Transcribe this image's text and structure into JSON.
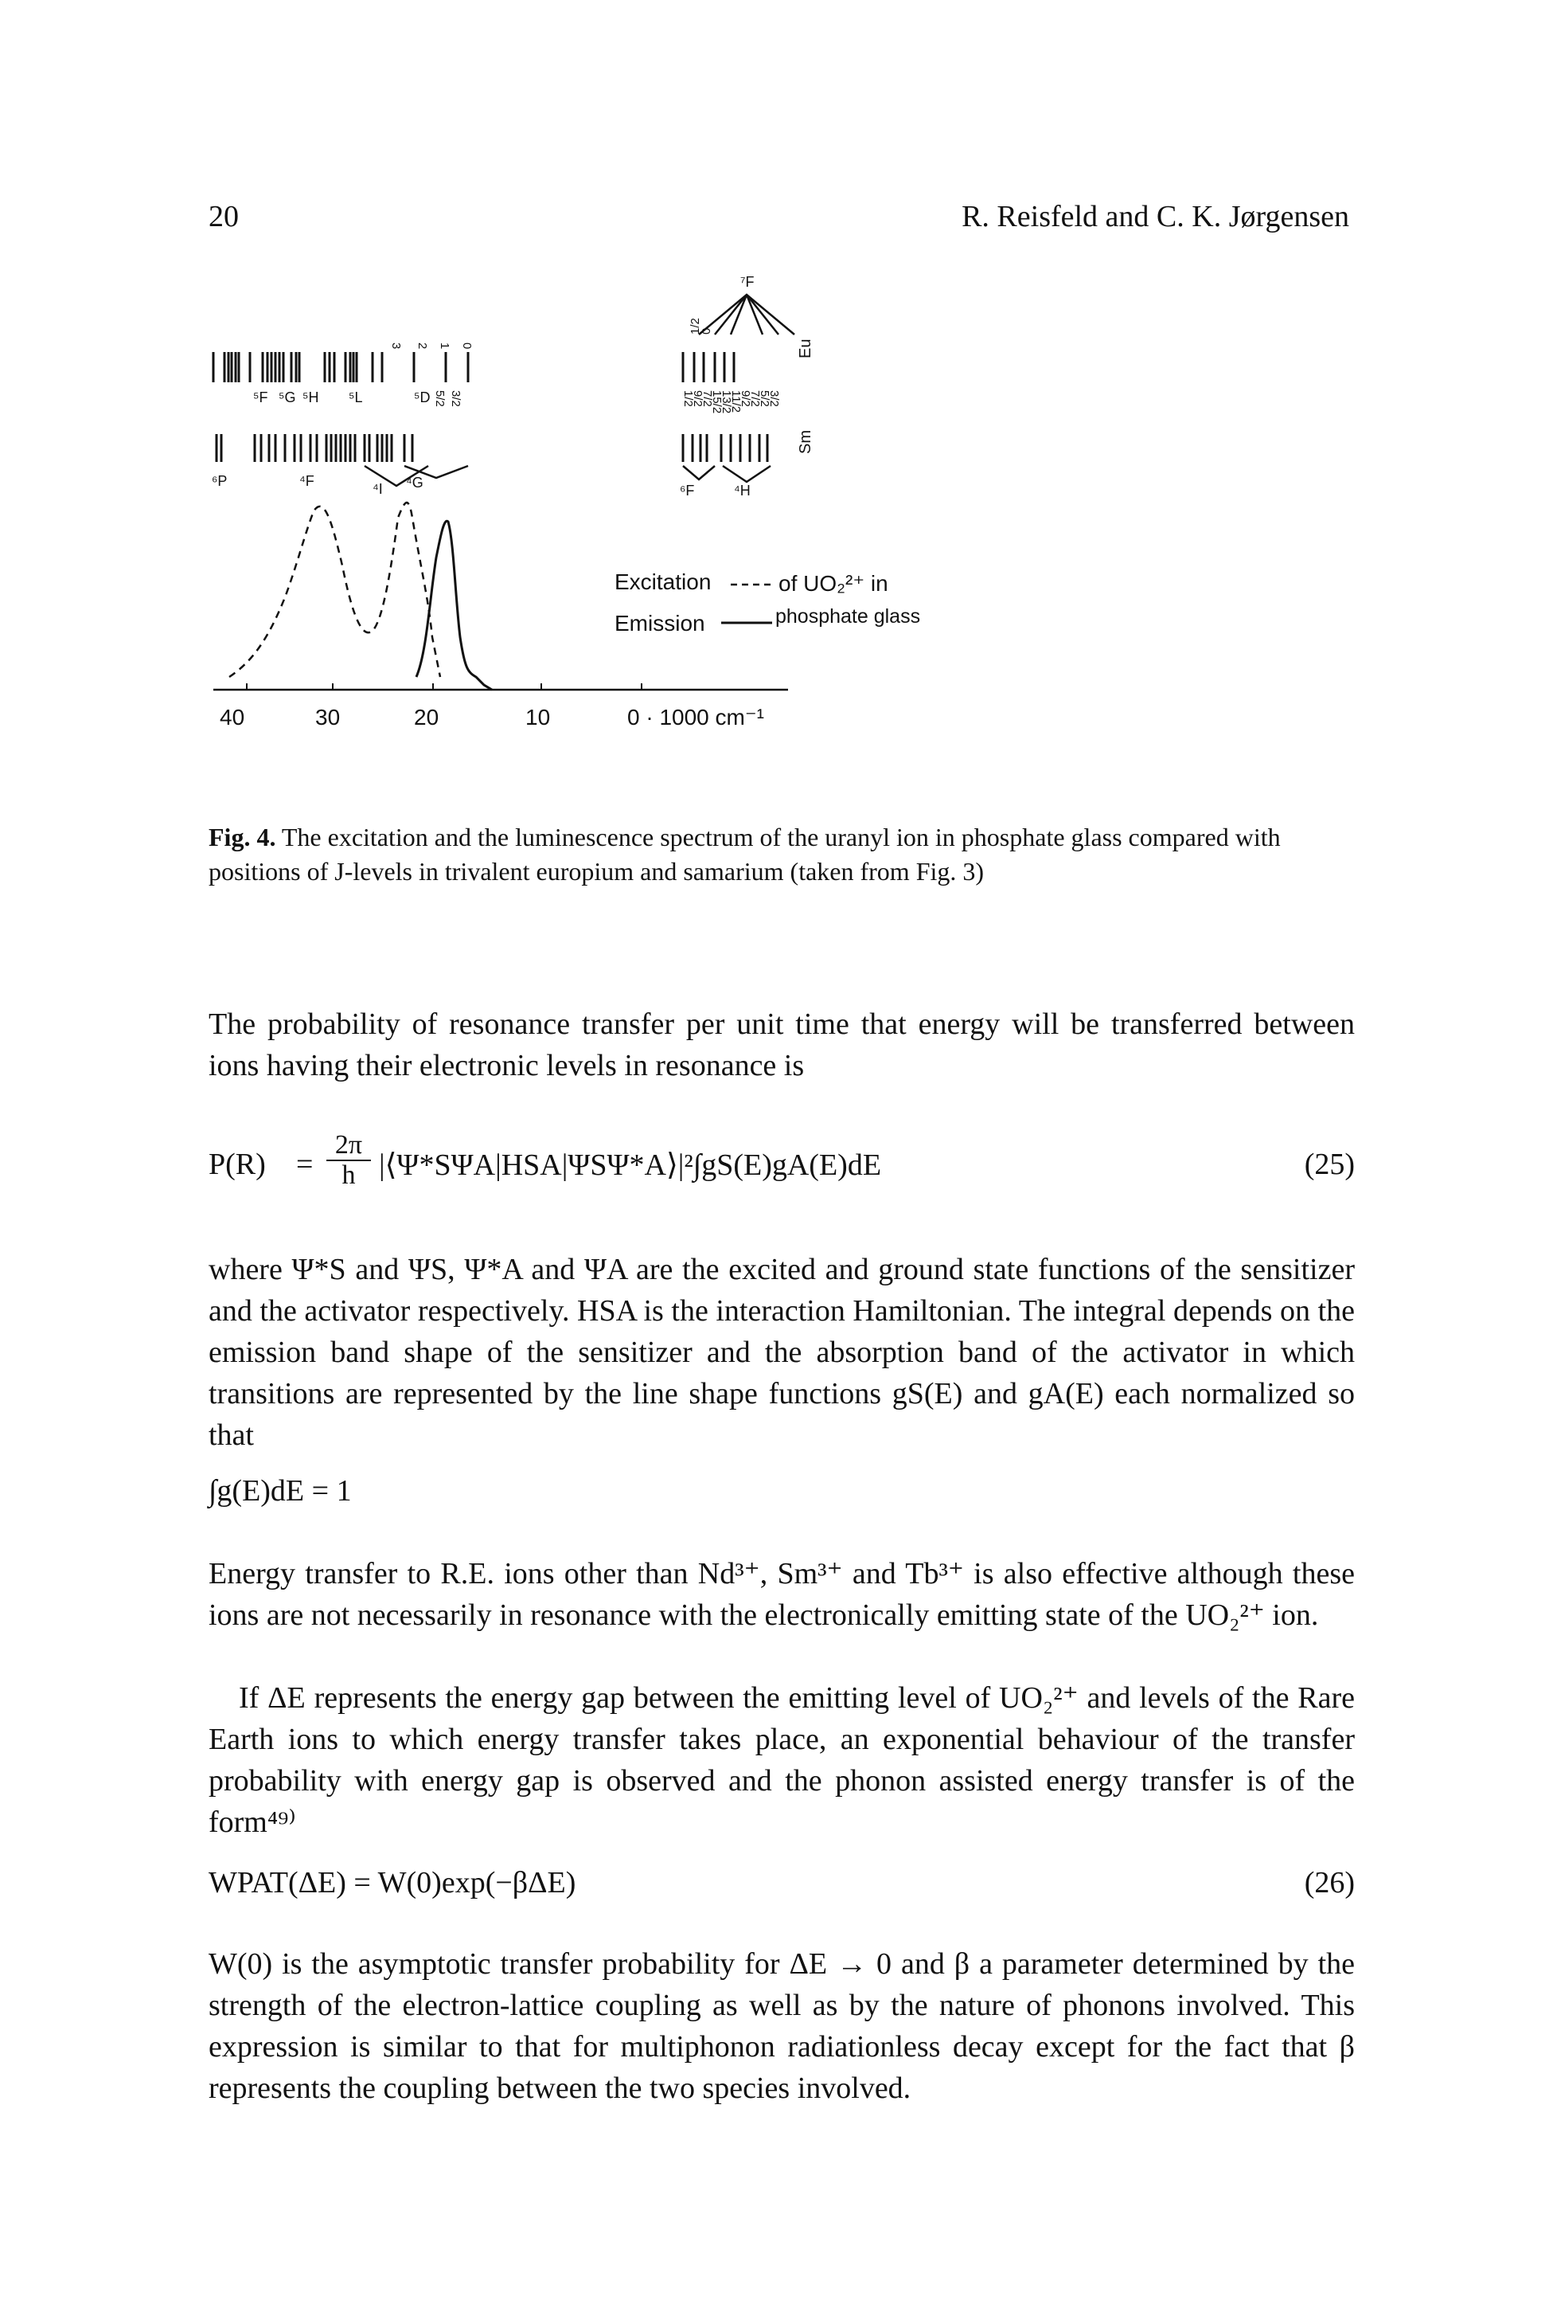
{
  "header": {
    "page_number": "20",
    "authors": "R. Reisfeld and C. K. Jørgensen"
  },
  "figure": {
    "level_labels": {
      "eu_row": [
        "⁵F",
        "⁵G",
        "⁵H",
        "⁵L",
        "⁵D",
        "⁷F"
      ],
      "sm_row": [
        "⁶P",
        "⁴F",
        "⁴I",
        "⁴G",
        "⁶F",
        "⁴H"
      ],
      "eu_j": [
        "3",
        "2",
        "1",
        "0",
        "5/2",
        "3/2",
        "1/2",
        "0"
      ],
      "sm_j": [
        "1/2",
        "9/2",
        "7/2",
        "15/2",
        "13/2",
        "11/2",
        "9/2",
        "7/2",
        "5/2",
        "3/2"
      ],
      "right_element_labels": [
        "Eu",
        "Sm"
      ]
    },
    "legend": {
      "excitation": "Excitation",
      "emission": "Emission",
      "of_text": "of UO₂²⁺ in",
      "medium": "phosphate glass"
    },
    "axis_ticks": [
      "40",
      "30",
      "20",
      "10",
      "0 · 1000 cm⁻¹"
    ]
  },
  "caption": {
    "label": "Fig. 4.",
    "text": "The excitation and the luminescence spectrum of the uranyl ion in phosphate glass compared with positions of J-levels in trivalent europium and samarium (taken from Fig. 3)"
  },
  "para1": "The probability of resonance transfer per unit time that energy will be transferred between ions having their electronic levels in resonance is",
  "eq25": {
    "lhs": "P(R)",
    "num": "2π",
    "den": "h",
    "rhs": "|⟨Ψ*SΨA|HSA|ΨSΨ*A⟩|²∫gS(E)gA(E)dE",
    "number": "(25)"
  },
  "para2": "where Ψ*S and ΨS, Ψ*A and ΨA are the excited and ground state functions of the sensitizer and the activator respectively. HSA is the interaction Hamiltonian. The integral depends on the emission band shape of the sensitizer and the absorption band of the activator in which transitions are represented by the line shape functions gS(E) and gA(E) each normalized so that",
  "eq_norm": "∫g(E)dE = 1",
  "para3": "Energy transfer to R.E. ions other than Nd³⁺, Sm³⁺ and Tb³⁺ is also effective although these ions are not necessarily in resonance with the electronically emitting state of the UO₂²⁺ ion.",
  "para4": "If ΔE represents the energy gap between the emitting level of UO₂²⁺ and levels of the Rare Earth ions to which energy transfer takes place, an exponential behaviour of the transfer probability with energy gap is observed and the phonon assisted energy transfer is of the form⁴⁹⁾",
  "eq26": {
    "text": "WPAT(ΔE) = W(0)exp(−βΔE)",
    "number": "(26)"
  },
  "para5": "W(0) is the asymptotic transfer probability for ΔE → 0 and β a parameter determined by the strength of the electron-lattice coupling as well as by the nature of phonons involved. This expression is similar to that for multiphonon radiationless decay except for the fact that β represents the coupling between the two species involved."
}
